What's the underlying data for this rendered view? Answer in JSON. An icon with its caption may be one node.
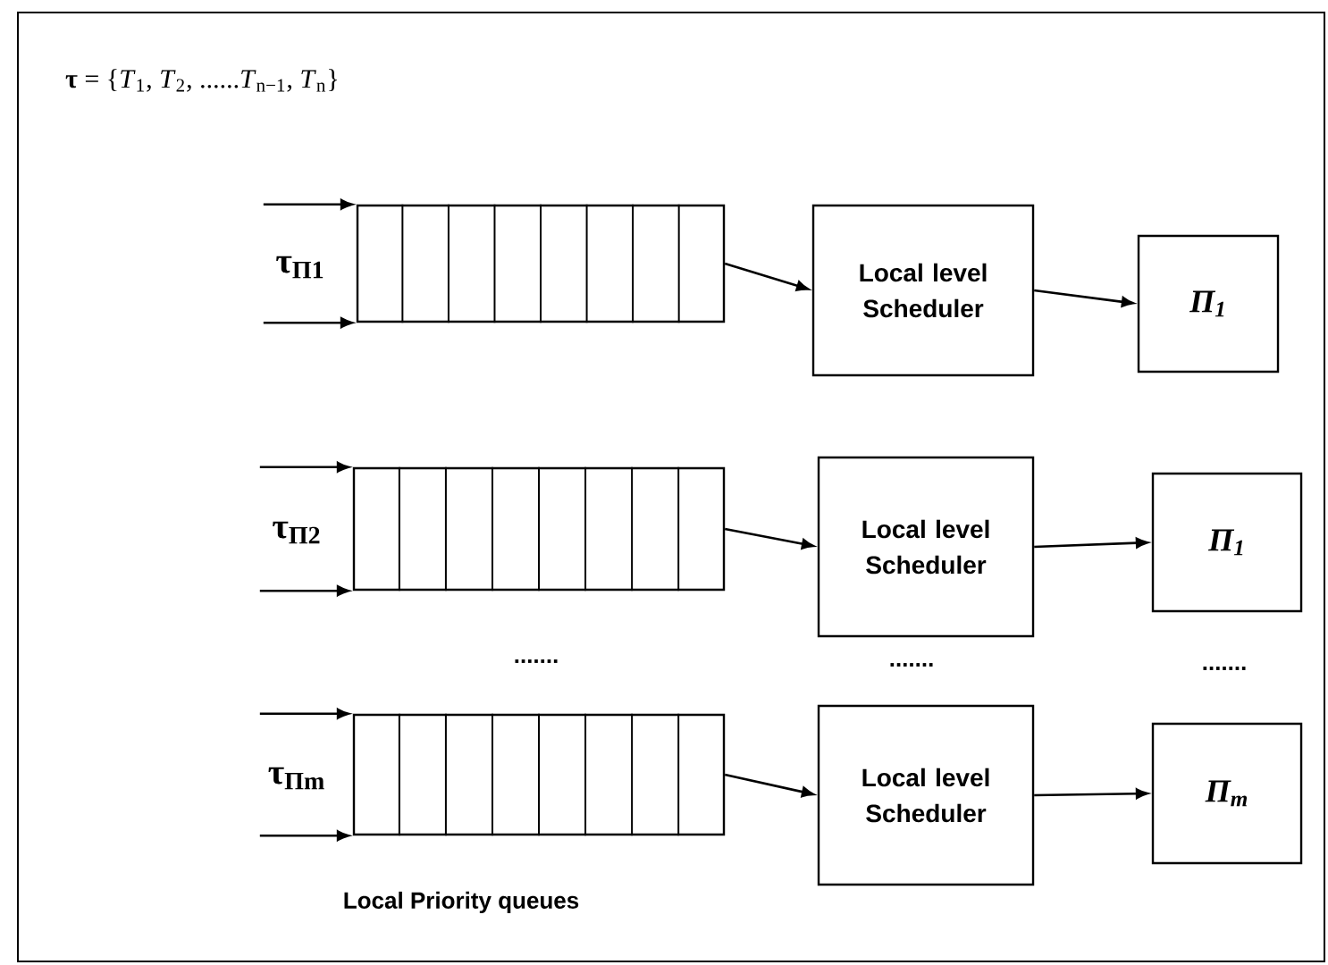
{
  "diagram": {
    "title": "**τ** = {*T*$_{1}$, *T*$_{2}$, ......*T*$_{n−1}$, *T*$_{n}$}",
    "nodes": [
      {
        "text": [],
        "shape": "box",
        "beside": [
          "τ$_{Π1}$"
        ]
      },
      {
        "text": [
          "Local level Scheduler"
        ]
      },
      {
        "text": [
          "Π$_{1}$"
        ]
      },
      {
        "text": [],
        "shape": "box",
        "beside": [
          "τ$_{Π2}$"
        ]
      },
      {
        "text": [
          "Local level Scheduler"
        ]
      },
      {
        "text": [
          "Π$_{1}$"
        ]
      },
      {
        "text": [],
        "shape": "box",
        "beside": [
          "τ$_{Πm}$"
        ]
      },
      {
        "text": [
          "Local level Scheduler"
        ]
      },
      {
        "text": [
          "Π$_{m}$"
        ]
      }
    ],
    "edges": [
      {
        "from": null,
        "to": 0,
        "arrow": "to"
      },
      {
        "from": null,
        "to": 0,
        "arrow": "to"
      },
      {
        "from": 0,
        "to": 1,
        "arrow": "to"
      },
      {
        "from": 1,
        "to": 2,
        "arrow": "to"
      },
      {
        "from": null,
        "to": 3,
        "arrow": "to"
      },
      {
        "from": null,
        "to": 3,
        "arrow": "to"
      },
      {
        "from": 3,
        "to": 4,
        "arrow": "to"
      },
      {
        "from": 4,
        "to": 5,
        "arrow": "to"
      },
      {
        "from": null,
        "to": 6,
        "arrow": "to"
      },
      {
        "from": null,
        "to": 6,
        "arrow": "to"
      },
      {
        "from": 6,
        "to": 7,
        "arrow": "to"
      },
      {
        "from": 7,
        "to": 8,
        "arrow": "to"
      }
    ],
    "labels": [
      ".......",
      ".......",
      ".......",
      "Local Priority queues"
    ]
  }
}
